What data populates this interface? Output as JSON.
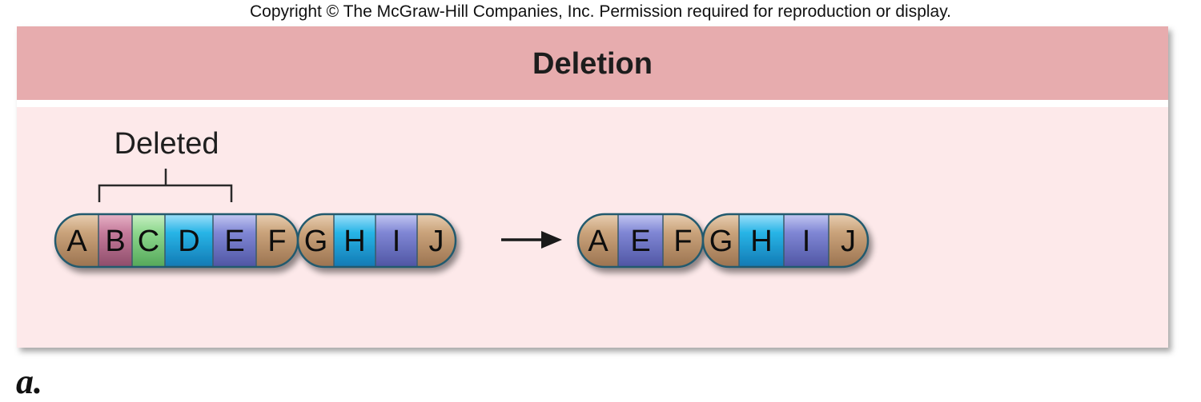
{
  "copyright": "Copyright © The McGraw-Hill Companies, Inc. Permission required for reproduction or display.",
  "title": "Deletion",
  "deleted_label": "Deleted",
  "subfigure_label": "a.",
  "colors": {
    "tan": "#c9a27a",
    "mauve": "#c47a9a",
    "green": "#8cd68c",
    "cyan": "#27b4e6",
    "blue": "#7f86d4",
    "header": "#e7acae",
    "panel": "#fde9ea"
  },
  "chromosome_before": {
    "segments": [
      {
        "label": "A",
        "color": "tan"
      },
      {
        "label": "B",
        "color": "mauve"
      },
      {
        "label": "C",
        "color": "green"
      },
      {
        "label": "D",
        "color": "cyan"
      },
      {
        "label": "E",
        "color": "blue"
      },
      {
        "label": "F",
        "color": "tan"
      },
      {
        "label": "G",
        "color": "tan"
      },
      {
        "label": "H",
        "color": "cyan"
      },
      {
        "label": "I",
        "color": "blue"
      },
      {
        "label": "J",
        "color": "tan"
      }
    ],
    "deleted_segments": [
      "B",
      "C",
      "D"
    ]
  },
  "chromosome_after": {
    "segments": [
      {
        "label": "A",
        "color": "tan"
      },
      {
        "label": "E",
        "color": "blue"
      },
      {
        "label": "F",
        "color": "tan"
      },
      {
        "label": "G",
        "color": "tan"
      },
      {
        "label": "H",
        "color": "cyan"
      },
      {
        "label": "I",
        "color": "blue"
      },
      {
        "label": "J",
        "color": "tan"
      }
    ]
  },
  "arrow": "right-arrow-icon"
}
